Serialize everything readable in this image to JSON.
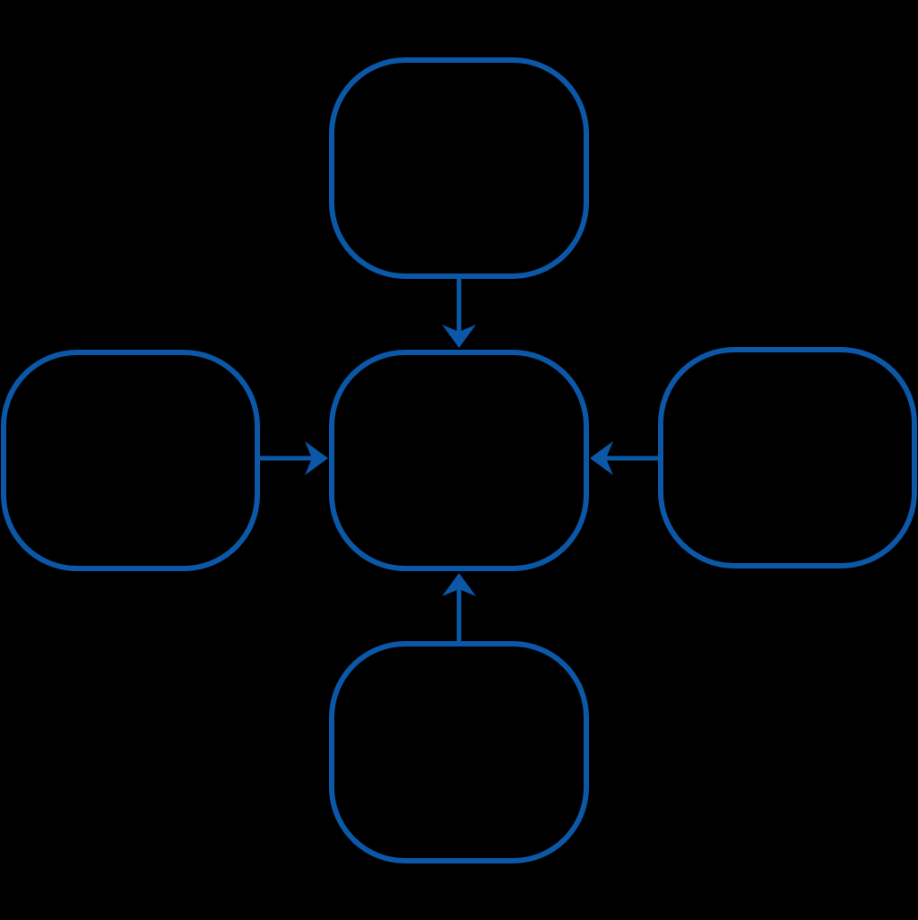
{
  "diagram": {
    "stroke_color": "#0b57a8",
    "background_color": "#000000",
    "nodes": [
      {
        "id": "top",
        "label": ""
      },
      {
        "id": "left",
        "label": ""
      },
      {
        "id": "center",
        "label": ""
      },
      {
        "id": "right",
        "label": ""
      },
      {
        "id": "bottom",
        "label": ""
      }
    ],
    "edges": [
      {
        "from": "top",
        "to": "center"
      },
      {
        "from": "left",
        "to": "center"
      },
      {
        "from": "right",
        "to": "center"
      },
      {
        "from": "bottom",
        "to": "center"
      }
    ]
  }
}
